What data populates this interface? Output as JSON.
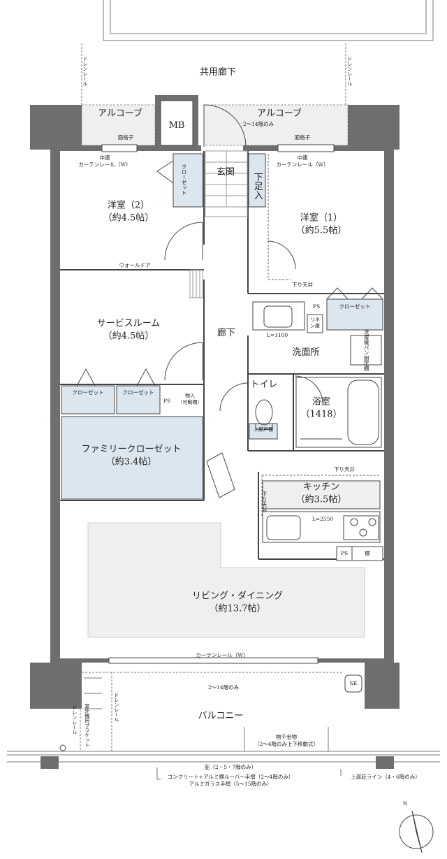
{
  "title": "",
  "rooms": {
    "common_corridor": "共用廊下",
    "alcove_left": "アルコーブ",
    "alcove_right": "アルコーブ",
    "mb": "MB",
    "floors_2_14": "2～14階のみ",
    "lattice_left": "面格子",
    "lattice_right": "面格子",
    "curtain_rail_left_1": "中連",
    "curtain_rail_left_2": "カーテンレール（W）",
    "curtain_rail_right_1": "中連",
    "curtain_rail_right_2": "カーテンレール（W）",
    "closet_vertical": "クローゼット",
    "genkan": "玄関",
    "getabako": "下足入",
    "youshitsu2_name": "洋室（2）",
    "youshitsu2_size": "（約4.5帖）",
    "youshitsu1_name": "洋室（1）",
    "youshitsu1_size": "（約5.5帖）",
    "walldoor": "ウォールドア",
    "sagari_tenjo_1": "下り天井",
    "service_name": "サービスルーム",
    "service_size": "（約4.5帖）",
    "rouka": "廊下",
    "ps_1": "PS",
    "closet_washroom": "クローゼット",
    "linen": "リネン庫",
    "washer_1": "洗濯機パン",
    "washer_2": "固定棚",
    "l_1100": "L=1100",
    "senmenjo": "洗面所",
    "closet_left": "クローゼット",
    "closet_mid": "クローゼット",
    "ps_2": "PS",
    "mono_1": "物入",
    "mono_2": "（可動棚）",
    "toilet": "トイレ",
    "upper_cabinet": "上部戸棚",
    "bath_name": "浴室",
    "bath_size": "（1418）",
    "family_closet_name": "ファミリークローゼット",
    "family_closet_size": "（約3.4帖）",
    "sagari_tenjo_2": "下り天井",
    "sagari_tenjo_3": "下り天井",
    "kitchen_name": "キッチン",
    "kitchen_size": "（約3.5帖）",
    "l_2550": "L=2550",
    "ps_3": "PS",
    "shelf": "棚",
    "living_name": "リビング・ダイニング",
    "living_size": "（約13.7帖）",
    "curtain_rail_bottom": "カーテンレール（W）",
    "floors_2_14_b": "2～14階のみ",
    "sk": "SK",
    "drain_rail_tl": "ドレンレール",
    "drain_rail_tr": "ドレンレール",
    "drain_rail_bl": "ドレンレール",
    "drain_rail_bm": "ドレンレール",
    "outdoor_bracket": "室外機用ブラケット",
    "balcony": "バルコニー",
    "hanger_1": "物干金物",
    "hanger_2": "（2～4階のみ上下移動式）",
    "eaves": "庇（2・5・7階のみ）",
    "railing_1": "コンクリート+アルミ横ルーバー手摺（2～4階のみ）",
    "railing_2": "アルミガラス手摺（5～15階のみ）",
    "upper_eaves": "上部庇ライン（4・6階のみ）",
    "north": "N"
  },
  "colors": {
    "wall": "#6e6e6e",
    "storage": "#dce6ee",
    "living": "#efefef",
    "alcove": "#efefef",
    "line": "#444444"
  }
}
